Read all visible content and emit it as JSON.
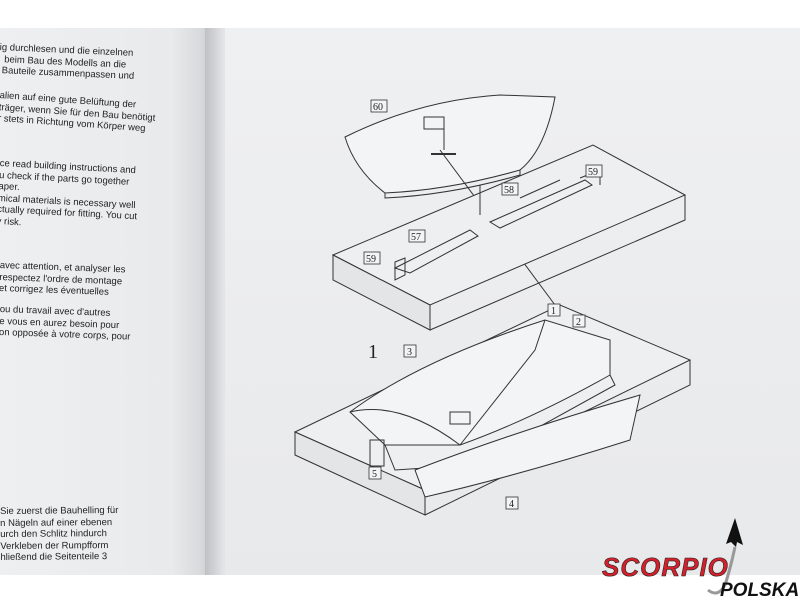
{
  "left_page": {
    "german_intro": [
      "ig durchlesen und die einzelnen",
      "beim Bau des Modells an die",
      "Bauteile zusammenpassen und"
    ],
    "german_safety": [
      "alien auf eine gute Belüftung der",
      "träger, wenn Sie für den Bau benötigt",
      "r stets in Richtung vom Körper weg"
    ],
    "english": [
      "ce read building instructions and",
      "u check if the parts go together",
      "aper.",
      "mical materials is necessary well",
      "ctually required for fitting. You cut",
      "y risk."
    ],
    "french_1": [
      "avec attention, et analyser les",
      "respectez l'ordre de montage",
      "et corrigez les éventuelles"
    ],
    "french_2": [
      "ou du travail avec d'autres",
      "e vous en aurez besoin pour",
      "on opposée à votre corps, pour"
    ],
    "german_build": [
      "Sie zuerst die Bauhelling für",
      "n Nägeln auf einer ebenen",
      "urch den Schlitz hindurch",
      "Verkleben der Rumpfform",
      "hließend die Seitenteile 3"
    ]
  },
  "diagram": {
    "step_number": "1",
    "part_labels": [
      "60",
      "59",
      "58",
      "57",
      "59",
      "1",
      "2",
      "3",
      "4",
      "5"
    ]
  },
  "logo": {
    "text_main": "SCORPIO",
    "text_sub": "POLSKA",
    "color_main": "#d3202a",
    "color_sub": "#111111"
  }
}
